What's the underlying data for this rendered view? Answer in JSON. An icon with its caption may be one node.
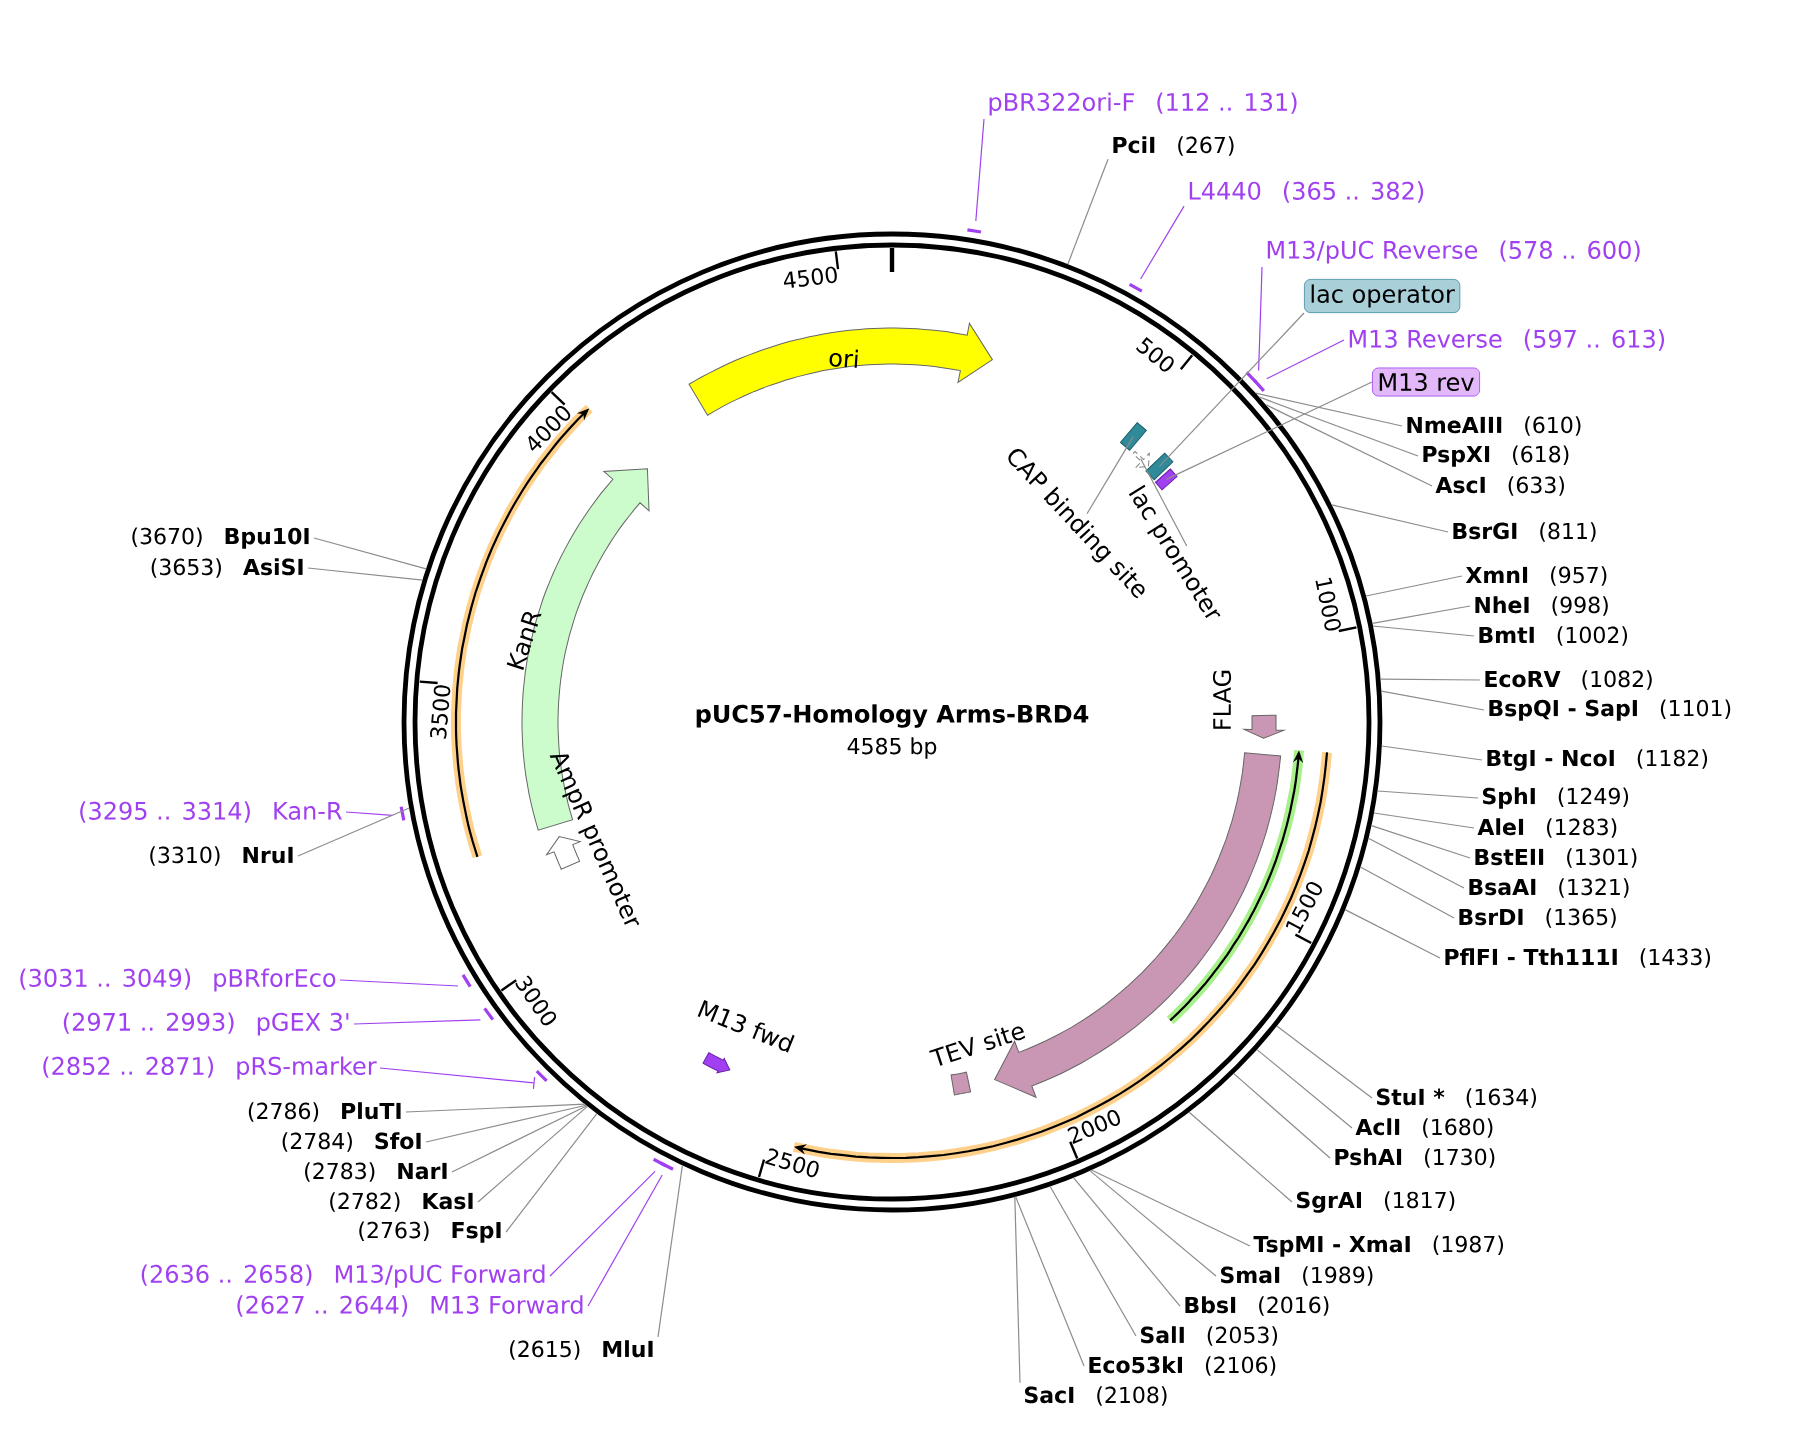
{
  "diagram": {
    "title": "pUC57-Homology Arms-BRD4",
    "nodes": [
      {
        "text": [
          "pBR322ori-F",
          "(112 .. 131)"
        ]
      },
      {
        "text": [
          "PciI",
          "(267)"
        ]
      },
      {
        "text": [
          "L4440",
          "(365 .. 382)"
        ]
      },
      {
        "text": [
          "M13/pUC Reverse",
          "(578 .. 600)"
        ]
      },
      {
        "text": [
          "lac operator"
        ]
      },
      {
        "text": [
          "M13 Reverse",
          "(597 .. 613)"
        ]
      },
      {
        "text": [
          "M13 rev"
        ]
      },
      {
        "text": [
          "NmeAIII",
          "(610)"
        ]
      },
      {
        "text": [
          "PspXI",
          "(618)"
        ]
      },
      {
        "text": [
          "AscI",
          "(633)"
        ]
      },
      {
        "text": [
          "BsrGI",
          "(811)"
        ]
      },
      {
        "text": [
          "XmnI",
          "(957)"
        ]
      },
      {
        "text": [
          "NheI",
          "(998)"
        ]
      },
      {
        "text": [
          "BmtI",
          "(1002)"
        ]
      },
      {
        "text": [
          "EcoRV",
          "(1082)"
        ]
      },
      {
        "text": [
          "BspQI - SapI",
          "(1101)"
        ]
      },
      {
        "text": [
          "BtgI - NcoI",
          "(1182)"
        ]
      },
      {
        "text": [
          "SphI",
          "(1249)"
        ]
      },
      {
        "text": [
          "AleI",
          "(1283)"
        ]
      },
      {
        "text": [
          "BstEII",
          "(1301)"
        ]
      },
      {
        "text": [
          "BsaAI",
          "(1321)"
        ]
      },
      {
        "text": [
          "BsrDI",
          "(1365)"
        ]
      },
      {
        "text": [
          "PflFI - Tth111I",
          "(1433)"
        ]
      },
      {
        "text": [
          "StuI *",
          "(1634)"
        ]
      },
      {
        "text": [
          "AclI",
          "(1680)"
        ]
      },
      {
        "text": [
          "PshAI",
          "(1730)"
        ]
      },
      {
        "text": [
          "SgrAI",
          "(1817)"
        ]
      },
      {
        "text": [
          "TspMI - XmaI",
          "(1987)"
        ]
      },
      {
        "text": [
          "SmaI",
          "(1989)"
        ]
      },
      {
        "text": [
          "BbsI",
          "(2016)"
        ]
      },
      {
        "text": [
          "SalI",
          "(2053)"
        ]
      },
      {
        "text": [
          "Eco53kI",
          "(2106)"
        ]
      },
      {
        "text": [
          "SacI",
          "(2108)"
        ]
      },
      {
        "text": [
          "(2615)",
          "MluI"
        ]
      },
      {
        "text": [
          "(2627 .. 2644)",
          "M13 Forward"
        ]
      },
      {
        "text": [
          "(2636 .. 2658)",
          "M13/pUC Forward"
        ]
      },
      {
        "text": [
          "(2763)",
          "FspI"
        ]
      },
      {
        "text": [
          "(2782)",
          "KasI"
        ]
      },
      {
        "text": [
          "(2783)",
          "NarI"
        ]
      },
      {
        "text": [
          "(2784)",
          "SfoI"
        ]
      },
      {
        "text": [
          "(2786)",
          "PluTI"
        ]
      },
      {
        "text": [
          "(2852 .. 2871)",
          "pRS-marker"
        ]
      },
      {
        "text": [
          "(2971 .. 2993)",
          "pGEX 3'"
        ]
      },
      {
        "text": [
          "(3031 .. 3049)",
          "pBRforEco"
        ]
      },
      {
        "text": [
          "(3295 .. 3314)",
          "Kan-R"
        ]
      },
      {
        "text": [
          "(3310)",
          "NruI"
        ]
      },
      {
        "text": [
          "(3653)",
          "AsiSI"
        ]
      },
      {
        "text": [
          "(3670)",
          "Bpu10I"
        ]
      },
      {
        "text": [
          "ori"
        ]
      },
      {
        "text": [
          "CAP binding site"
        ]
      },
      {
        "text": [
          "lac promoter"
        ]
      },
      {
        "text": [
          "FLAG"
        ]
      },
      {
        "text": [
          "TEV site"
        ]
      },
      {
        "text": [
          "M13 fwd"
        ]
      },
      {
        "text": [
          "AmpR promoter"
        ]
      },
      {
        "text": [
          "KanR"
        ]
      },
      {
        "text": [],
        "shape": "box"
      },
      {
        "text": [],
        "shape": "arrow"
      },
      {
        "text": [],
        "shape": "box"
      },
      {
        "text": [],
        "shape": "box"
      }
    ],
    "edges": [
      {
        "from": 0,
        "to": null,
        "arrow": "none",
        "color": "#a040f0"
      },
      {
        "from": 1,
        "to": null,
        "arrow": "none"
      },
      {
        "from": 2,
        "to": null,
        "arrow": "none",
        "color": "#a040f0"
      },
      {
        "from": 3,
        "to": null,
        "arrow": "none",
        "color": "#a040f0"
      },
      {
        "from": 4,
        "to": 58,
        "arrow": "none"
      },
      {
        "from": 5,
        "to": null,
        "arrow": "none",
        "color": "#a040f0"
      },
      {
        "from": 6,
        "to": 59,
        "arrow": "none"
      },
      {
        "from": 7,
        "to": null,
        "arrow": "none"
      },
      {
        "from": 8,
        "to": null,
        "arrow": "none"
      },
      {
        "from": 9,
        "to": null,
        "arrow": "none"
      },
      {
        "from": 10,
        "to": null,
        "arrow": "none"
      },
      {
        "from": 11,
        "to": null,
        "arrow": "none"
      },
      {
        "from": 12,
        "to": null,
        "arrow": "none"
      },
      {
        "from": 13,
        "to": null,
        "arrow": "none"
      },
      {
        "from": 14,
        "to": null,
        "arrow": "none"
      },
      {
        "from": 15,
        "to": null,
        "arrow": "none"
      },
      {
        "from": 16,
        "to": null,
        "arrow": "none"
      },
      {
        "from": 17,
        "to": null,
        "arrow": "none"
      },
      {
        "from": 18,
        "to": null,
        "arrow": "none"
      },
      {
        "from": 19,
        "to": null,
        "arrow": "none"
      },
      {
        "from": 20,
        "to": null,
        "arrow": "none"
      },
      {
        "from": 21,
        "to": null,
        "arrow": "none"
      },
      {
        "from": 22,
        "to": null,
        "arrow": "none"
      },
      {
        "from": 23,
        "to": null,
        "arrow": "none"
      },
      {
        "from": 24,
        "to": null,
        "arrow": "none"
      },
      {
        "from": 25,
        "to": null,
        "arrow": "none"
      },
      {
        "from": 26,
        "to": null,
        "arrow": "none"
      },
      {
        "from": 27,
        "to": null,
        "arrow": "none"
      },
      {
        "from": 28,
        "to": null,
        "arrow": "none"
      },
      {
        "from": 29,
        "to": null,
        "arrow": "none"
      },
      {
        "from": 30,
        "to": null,
        "arrow": "none"
      },
      {
        "from": 31,
        "to": null,
        "arrow": "none"
      },
      {
        "from": 32,
        "to": null,
        "arrow": "none"
      },
      {
        "from": 33,
        "to": null,
        "arrow": "none"
      },
      {
        "from": 34,
        "to": null,
        "arrow": "none",
        "color": "#a040f0"
      },
      {
        "from": 35,
        "to": null,
        "arrow": "none",
        "color": "#a040f0"
      },
      {
        "from": 36,
        "to": null,
        "arrow": "none"
      },
      {
        "from": 37,
        "to": null,
        "arrow": "none"
      },
      {
        "from": 38,
        "to": null,
        "arrow": "none"
      },
      {
        "from": 39,
        "to": null,
        "arrow": "none"
      },
      {
        "from": 40,
        "to": null,
        "arrow": "none"
      },
      {
        "from": 41,
        "to": null,
        "arrow": "other",
        "color": "#a040f0"
      },
      {
        "from": 42,
        "to": null,
        "arrow": "none",
        "color": "#a040f0"
      },
      {
        "from": 43,
        "to": null,
        "arrow": "none",
        "color": "#a040f0"
      },
      {
        "from": 44,
        "to": null,
        "arrow": "none",
        "color": "#a040f0"
      },
      {
        "from": 45,
        "to": null,
        "arrow": "none"
      },
      {
        "from": 46,
        "to": null,
        "arrow": "none"
      },
      {
        "from": 47,
        "to": null,
        "arrow": "none"
      },
      {
        "from": 49,
        "to": 56,
        "arrow": "none"
      },
      {
        "from": 50,
        "to": 57,
        "arrow": "none"
      }
    ],
    "labels": [
      "4585 bp",
      "4500",
      "500",
      "1000",
      "1500",
      "2000",
      "2500",
      "3000",
      "3500",
      "4000"
    ]
  }
}
